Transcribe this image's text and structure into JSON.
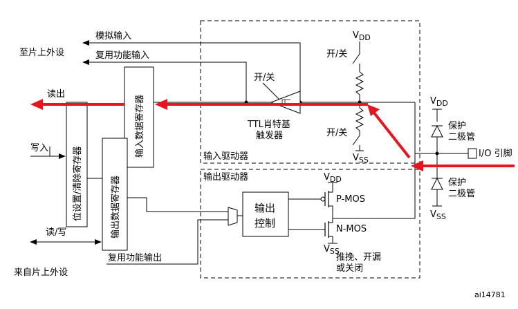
{
  "labels": {
    "to_onchip_peripheral": "至片上外设",
    "from_onchip_peripheral": "来自片上外设",
    "analog_input": "模拟输入",
    "alt_func_input": "复用功能输入",
    "alt_func_output": "复用功能输出",
    "read_out": "读出",
    "write_in": "写入",
    "read_write": "读/写",
    "input_data_register": "输入数据寄存器",
    "output_data_register": "输出数据寄存器",
    "bit_set_reset_register": "位设置/清除寄存器",
    "on_off_1": "开/关",
    "on_off_2": "开/关",
    "on_off_3": "开/关",
    "ttl_schmitt_line1": "TTL肖特基",
    "ttl_schmitt_line2": "触发器",
    "input_driver": "输入驱动器",
    "output_driver": "输出驱动器",
    "output_control_line1": "输出",
    "output_control_line2": "控制",
    "pmos": "P-MOS",
    "nmos": "N-MOS",
    "vdd": "V",
    "vdd_sub": "DD",
    "vss": "V",
    "vss_sub": "SS",
    "protection_diode_1a": "保护",
    "protection_diode_1b": "二极管",
    "protection_diode_2a": "保护",
    "protection_diode_2b": "二极管",
    "io_pin": "I/O 引脚",
    "push_pull_line1": "推挽、开漏",
    "push_pull_line2": "或关闭",
    "figure_id": "ai14781"
  },
  "colors": {
    "highlight_arrow": "#e8141e",
    "line": "#000000"
  }
}
